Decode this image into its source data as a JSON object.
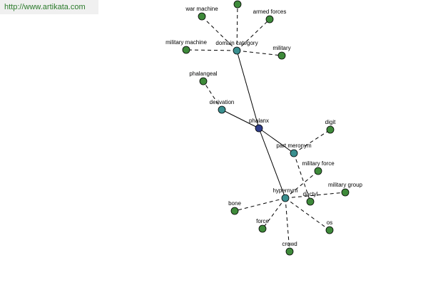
{
  "watermark": "http://www.artikata.com",
  "colors": {
    "center": "#2e3d8a",
    "relation": "#3a8f8f",
    "leaf": "#3e8a3a"
  },
  "nodes": [
    {
      "id": "phalanx",
      "label": "phalanx",
      "kind": "center"
    },
    {
      "id": "domain_category",
      "label": "domain category",
      "kind": "relation"
    },
    {
      "id": "derivation",
      "label": "derivation",
      "kind": "relation"
    },
    {
      "id": "part_meronym",
      "label": "part meronym",
      "kind": "relation"
    },
    {
      "id": "hypernym",
      "label": "hypernym",
      "kind": "relation"
    },
    {
      "id": "war_machine",
      "label": "war machine",
      "kind": "leaf"
    },
    {
      "id": "armed_forces",
      "label": "armed forces",
      "kind": "leaf"
    },
    {
      "id": "blank_top",
      "label": "",
      "kind": "leaf"
    },
    {
      "id": "military_machine",
      "label": "military machine",
      "kind": "leaf"
    },
    {
      "id": "military",
      "label": "military",
      "kind": "leaf"
    },
    {
      "id": "phalangeal",
      "label": "phalangeal",
      "kind": "leaf"
    },
    {
      "id": "digit",
      "label": "digit",
      "kind": "leaf"
    },
    {
      "id": "dactyl",
      "label": "dactyl",
      "kind": "leaf"
    },
    {
      "id": "military_force",
      "label": "military force",
      "kind": "leaf"
    },
    {
      "id": "military_group",
      "label": "military group",
      "kind": "leaf"
    },
    {
      "id": "bone",
      "label": "bone",
      "kind": "leaf"
    },
    {
      "id": "force",
      "label": "force",
      "kind": "leaf"
    },
    {
      "id": "os",
      "label": "os",
      "kind": "leaf"
    },
    {
      "id": "crowd",
      "label": "crowd",
      "kind": "leaf"
    }
  ],
  "edges": [
    {
      "from": "phalanx",
      "to": "domain_category",
      "style": "solid"
    },
    {
      "from": "phalanx",
      "to": "derivation",
      "style": "solid"
    },
    {
      "from": "phalanx",
      "to": "part_meronym",
      "style": "solid"
    },
    {
      "from": "phalanx",
      "to": "hypernym",
      "style": "solid"
    },
    {
      "from": "domain_category",
      "to": "war_machine",
      "style": "dashed"
    },
    {
      "from": "domain_category",
      "to": "blank_top",
      "style": "dashed"
    },
    {
      "from": "domain_category",
      "to": "armed_forces",
      "style": "dashed"
    },
    {
      "from": "domain_category",
      "to": "military_machine",
      "style": "dashed"
    },
    {
      "from": "domain_category",
      "to": "military",
      "style": "dashed"
    },
    {
      "from": "derivation",
      "to": "phalangeal",
      "style": "dashed"
    },
    {
      "from": "part_meronym",
      "to": "digit",
      "style": "dashed"
    },
    {
      "from": "part_meronym",
      "to": "dactyl",
      "style": "dashed"
    },
    {
      "from": "hypernym",
      "to": "military_force",
      "style": "dashed"
    },
    {
      "from": "hypernym",
      "to": "military_group",
      "style": "dashed"
    },
    {
      "from": "hypernym",
      "to": "bone",
      "style": "dashed"
    },
    {
      "from": "hypernym",
      "to": "force",
      "style": "dashed"
    },
    {
      "from": "hypernym",
      "to": "os",
      "style": "dashed"
    },
    {
      "from": "hypernym",
      "to": "crowd",
      "style": "dashed"
    }
  ]
}
